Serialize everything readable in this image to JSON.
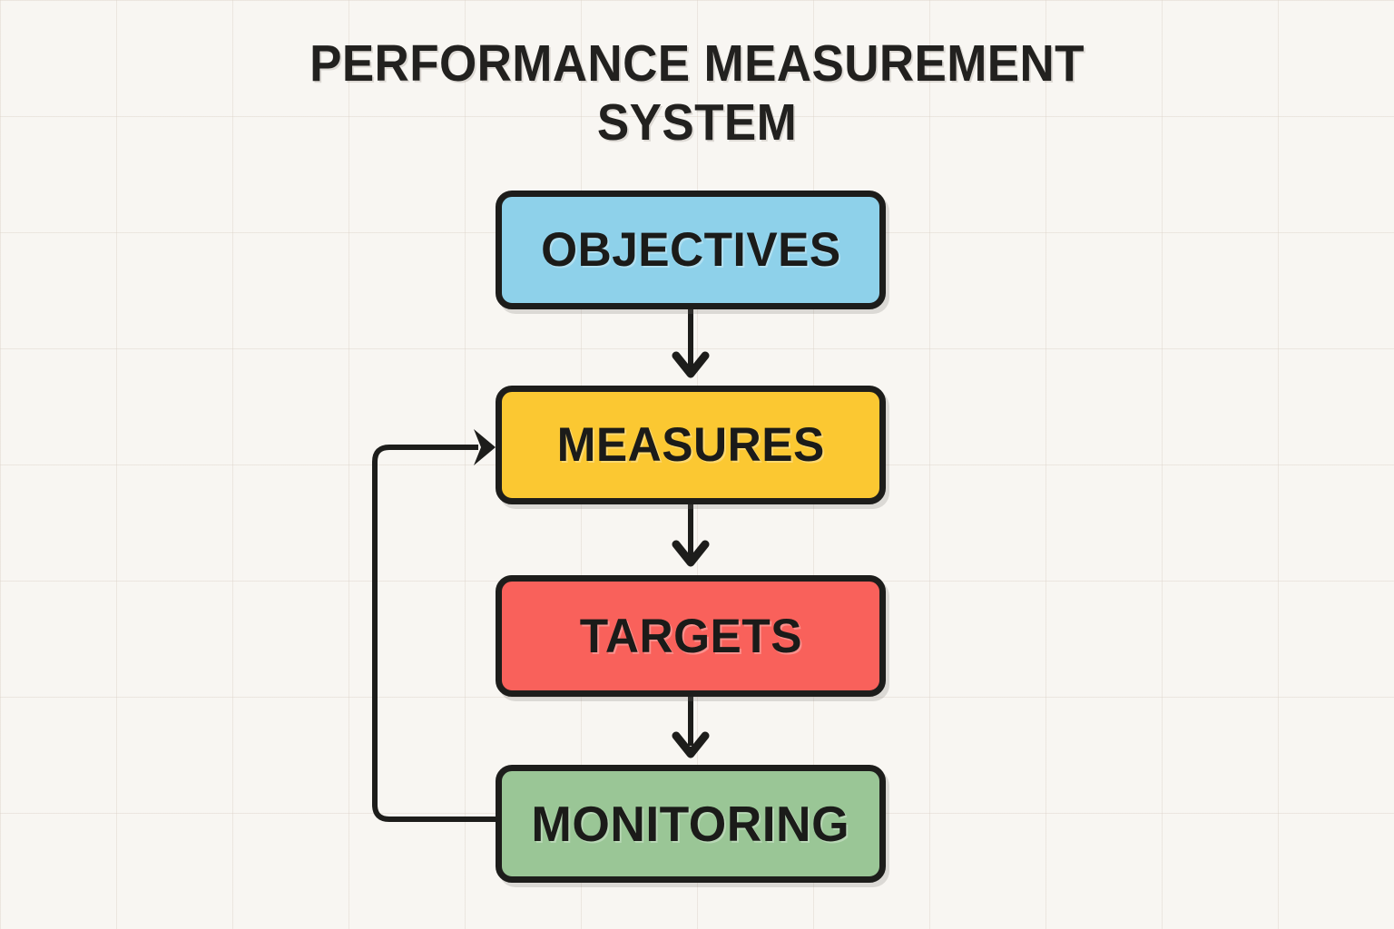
{
  "page": {
    "title": "PERFORMANCE MEASUREMENT\nSYSTEM",
    "background_color": "#f8f6f2",
    "grid_color": "#d6cec1",
    "stroke_color": "#1d1d1b"
  },
  "diagram": {
    "type": "flowchart",
    "orientation": "vertical",
    "nodes": [
      {
        "id": "objectives",
        "label": "OBJECTIVES",
        "color": "#8ed1ea",
        "color_name": "light-blue",
        "order": 1
      },
      {
        "id": "measures",
        "label": "MEASURES",
        "color": "#fbc832",
        "color_name": "yellow",
        "order": 2
      },
      {
        "id": "targets",
        "label": "TARGETS",
        "color": "#f9615b",
        "color_name": "red",
        "order": 3
      },
      {
        "id": "monitoring",
        "label": "MONITORING",
        "color": "#9ac696",
        "color_name": "green",
        "order": 4
      }
    ],
    "edges": [
      {
        "id": "edge-objectives-measures",
        "from": "objectives",
        "to": "measures",
        "kind": "straight-down",
        "arrow": true
      },
      {
        "id": "edge-measures-targets",
        "from": "measures",
        "to": "targets",
        "kind": "straight-down",
        "arrow": true
      },
      {
        "id": "edge-targets-monitoring",
        "from": "targets",
        "to": "monitoring",
        "kind": "straight-down",
        "arrow": true
      },
      {
        "id": "edge-monitoring-measures",
        "from": "monitoring",
        "to": "measures",
        "kind": "feedback-loop-left",
        "arrow": true
      }
    ]
  }
}
